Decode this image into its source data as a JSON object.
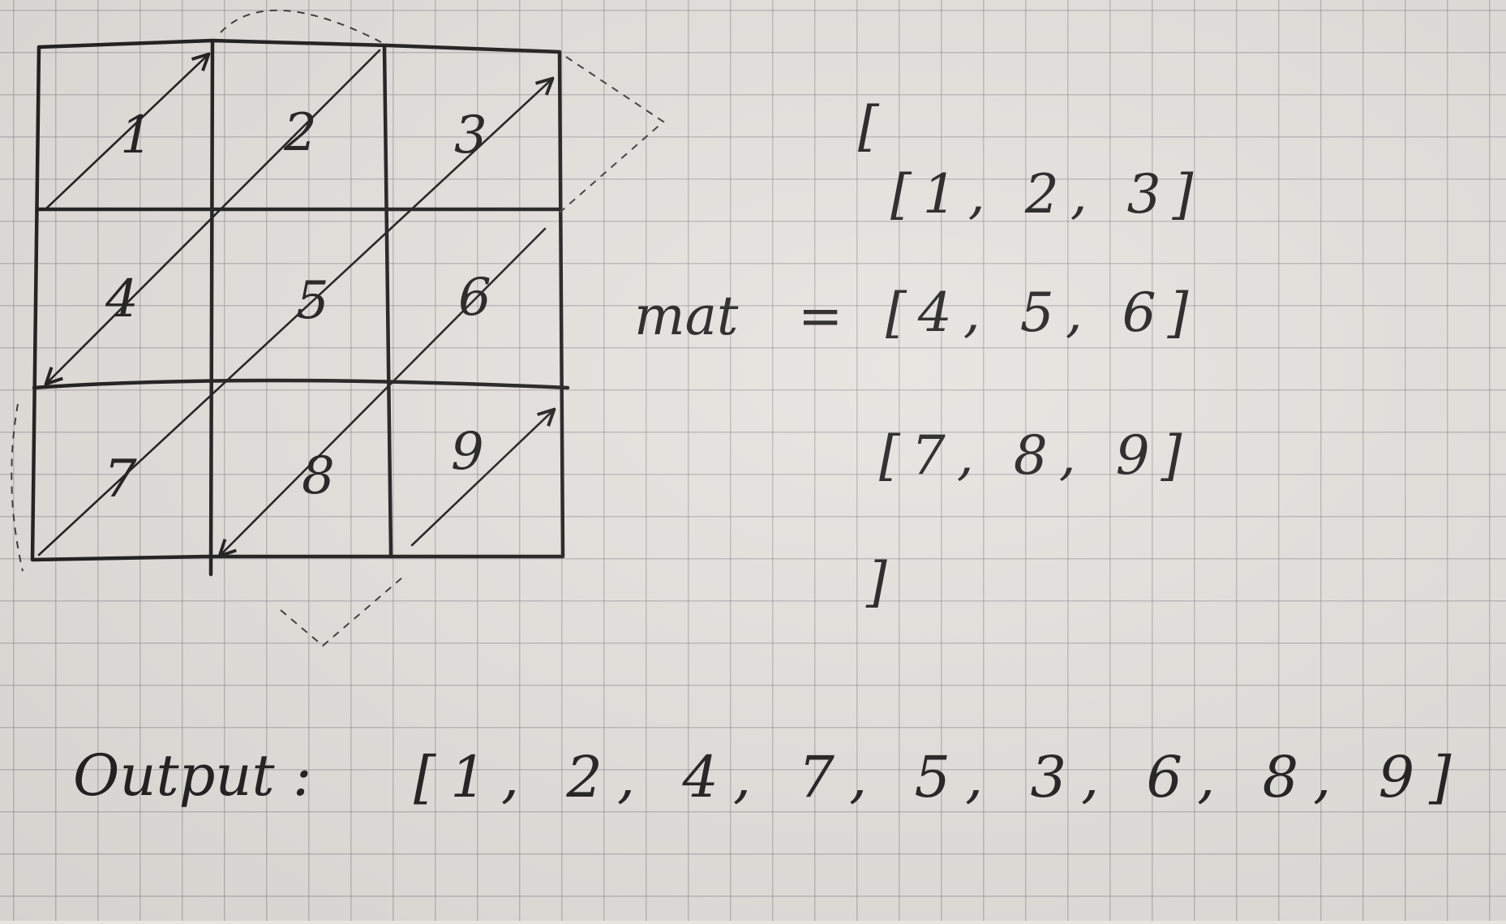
{
  "matrix": {
    "cells": [
      "1",
      "2",
      "3",
      "4",
      "5",
      "6",
      "7",
      "8",
      "9"
    ]
  },
  "definition": {
    "name": "mat",
    "equals": "=",
    "open_bracket": "[",
    "close_bracket": "]",
    "rows": [
      "[1, 2, 3]",
      "[4, 5, 6]",
      "[7, 8, 9]"
    ]
  },
  "output": {
    "label": "Output :",
    "value": "[1, 2, 4, 7, 5, 3, 6, 8, 9]"
  }
}
